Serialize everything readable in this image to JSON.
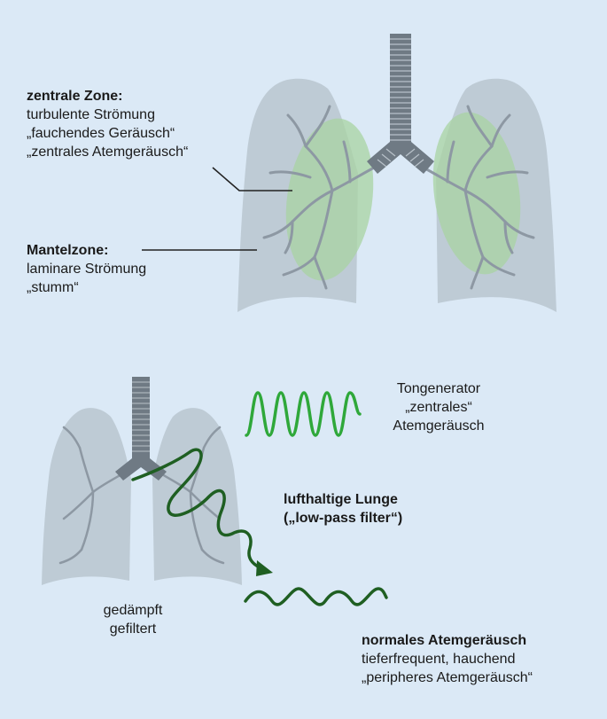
{
  "top": {
    "zentral": {
      "title": "zentrale Zone:",
      "lines": [
        "turbulente Strömung",
        "„fauchendes Geräusch“",
        "„zentrales Atemgeräusch“"
      ]
    },
    "mantel": {
      "title": "Mantelzone:",
      "lines": [
        "laminare Strömung",
        "„stumm“"
      ]
    }
  },
  "bottom": {
    "tongenerator": [
      "Tongenerator",
      "„zentrales“",
      "Atemgeräusch"
    ],
    "filter": [
      "lufthaltige Lunge",
      "(„low-pass filter“)"
    ],
    "gedaempft": [
      "gedämpft",
      "gefiltert"
    ],
    "normal": {
      "title": "normales Atemgeräusch",
      "lines": [
        "tieferfrequent, hauchend",
        "„peripheres Atemgeräusch“"
      ]
    }
  },
  "colors": {
    "background": "#dbe9f6",
    "lung": "#b9c5cf",
    "zone": "#a8d3a2",
    "wave_light": "#2fa83a",
    "wave_dark": "#1f5f22"
  }
}
